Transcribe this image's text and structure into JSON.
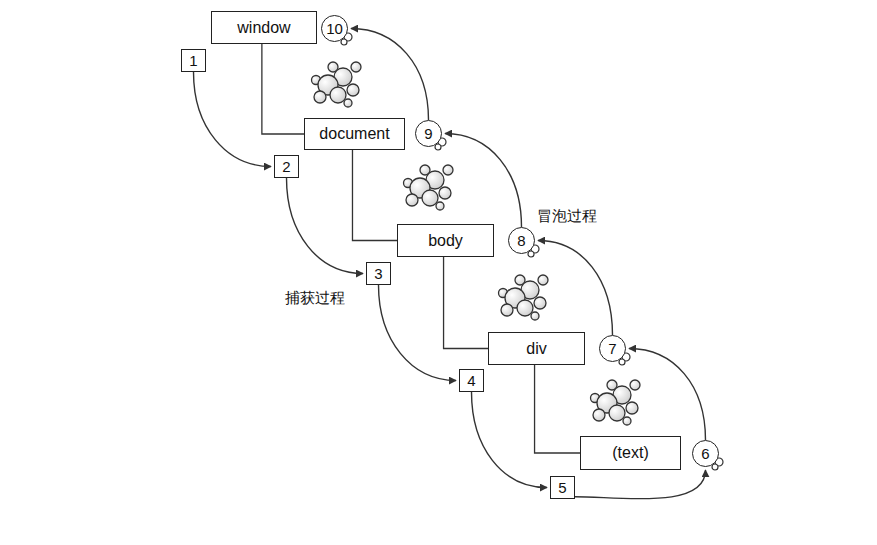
{
  "diagram": {
    "nodes": [
      {
        "text": [
          "window"
        ]
      },
      {
        "text": [
          "10"
        ]
      },
      {
        "text": [
          "1"
        ]
      },
      {
        "text": [
          "document"
        ]
      },
      {
        "text": [
          "9"
        ]
      },
      {
        "text": [
          "2"
        ]
      },
      {
        "text": [
          "body"
        ]
      },
      {
        "text": [
          "8"
        ]
      },
      {
        "text": [
          "3"
        ]
      },
      {
        "text": [
          "div"
        ]
      },
      {
        "text": [
          "7"
        ]
      },
      {
        "text": [
          "4"
        ]
      },
      {
        "text": [
          "(text)"
        ]
      },
      {
        "text": [
          "6"
        ]
      },
      {
        "text": [
          "5"
        ]
      }
    ],
    "edges": [
      {
        "from": 2,
        "to": 5,
        "arrow": "to"
      },
      {
        "from": 5,
        "to": 8,
        "arrow": "to"
      },
      {
        "from": 8,
        "to": 11,
        "arrow": "to"
      },
      {
        "from": 11,
        "to": 14,
        "arrow": "to"
      },
      {
        "from": 14,
        "to": 13,
        "arrow": "to"
      },
      {
        "from": 13,
        "to": 10,
        "arrow": "to"
      },
      {
        "from": 10,
        "to": 7,
        "arrow": "to"
      },
      {
        "from": 7,
        "to": 4,
        "arrow": "to"
      },
      {
        "from": 4,
        "to": 1,
        "arrow": "to"
      },
      {
        "from": 0,
        "to": 3,
        "arrow": "none"
      },
      {
        "from": 3,
        "to": 6,
        "arrow": "none"
      },
      {
        "from": 6,
        "to": 9,
        "arrow": "none"
      },
      {
        "from": 9,
        "to": 12,
        "arrow": "none"
      }
    ],
    "labels": [
      "冒泡过程",
      "捕获过程"
    ]
  }
}
